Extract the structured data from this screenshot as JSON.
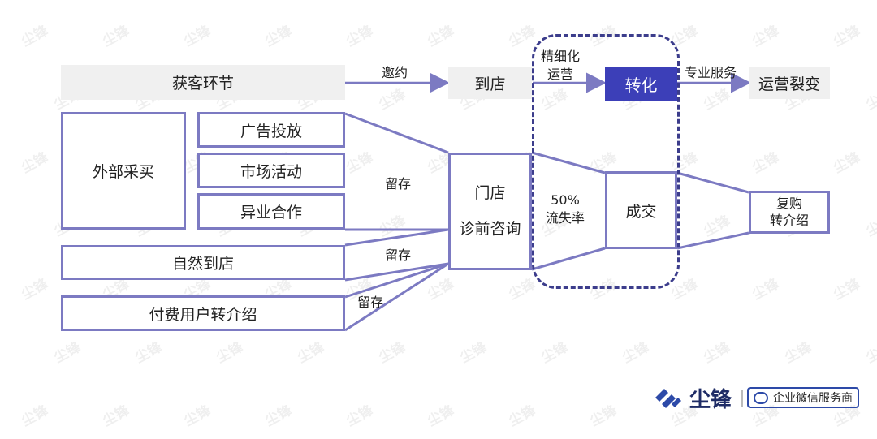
{
  "watermark": "尘锋",
  "top_row": {
    "acquisition": "获客环节",
    "invite": "邀约",
    "to_store": "到店",
    "refine_ops": "精细化\n运营",
    "conversion": "转化",
    "pro_service": "专业服务",
    "ops_fission": "运营裂变"
  },
  "sources": {
    "external_purchase": "外部采买",
    "ads": "广告投放",
    "marketing": "市场活动",
    "crossover": "异业合作",
    "natural_visit": "自然到店",
    "paid_referral": "付费用户转介绍"
  },
  "retain_labels": [
    "留存",
    "留存",
    "留存"
  ],
  "store": {
    "line1": "门店",
    "line2": "诊前咨询"
  },
  "churn": {
    "rate": "50%",
    "label": "流失率"
  },
  "deal": "成交",
  "repurchase": "复购\n转介绍",
  "brand": {
    "name": "尘锋",
    "badge": "企业微信服务商"
  },
  "colors": {
    "outline": "#7c7ac2",
    "accent": "#3c3fb8",
    "dashed": "#3c3d8c"
  }
}
